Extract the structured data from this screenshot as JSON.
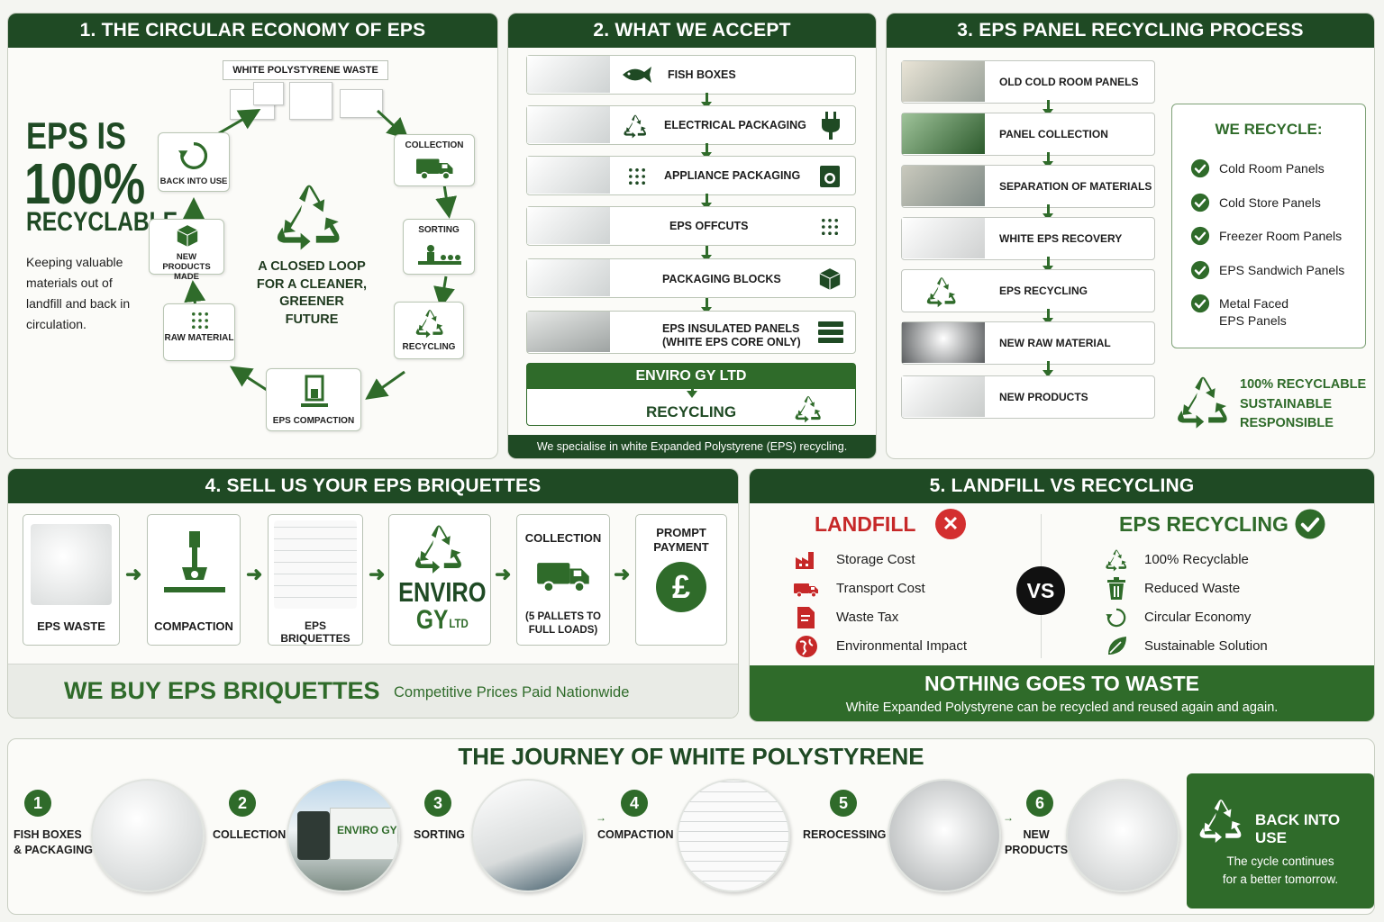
{
  "colors": {
    "dark_green": "#1f4a24",
    "green": "#2f6b2a",
    "red": "#c62828",
    "light_bg": "#fbfbf8"
  },
  "panel1": {
    "title": "1. THE CIRCULAR ECONOMY OF EPS",
    "headline1": "EPS IS",
    "headline2": "100%",
    "headline3": "RECYCLABLE",
    "tagline": "Keeping valuable materials out of landfill and back in circulation.",
    "waste_label": "WHITE POLYSTYRENE WASTE",
    "center_text": "A CLOSED LOOP FOR A CLEANER, GREENER FUTURE",
    "center_icon": "recycle-icon",
    "nodes": {
      "collection": "COLLECTION",
      "sorting": "SORTING",
      "recycling": "RECYCLING",
      "compaction": "EPS COMPACTION",
      "raw_material": "RAW MATERIAL",
      "new_products": "NEW PRODUCTS MADE",
      "back_into_use": "BACK INTO USE"
    }
  },
  "panel2": {
    "title": "2. WHAT WE ACCEPT",
    "items": [
      {
        "label": "FISH BOXES",
        "icon": "fish-icon"
      },
      {
        "label": "ELECTRICAL PACKAGING",
        "icon": "plug-icon"
      },
      {
        "label": "APPLIANCE PACKAGING",
        "icon": "washing-machine-icon"
      },
      {
        "label": "EPS OFFCUTS",
        "icon": "granules-icon"
      },
      {
        "label": "PACKAGING BLOCKS",
        "icon": "cube-icon"
      },
      {
        "label": "EPS INSULATED PANELS",
        "sublabel": "(WHITE EPS CORE ONLY)",
        "icon": "panels-icon"
      }
    ],
    "company": "ENVIRO GY LTD",
    "recycling": "RECYCLING",
    "footer": "We specialise in white Expanded Polystyrene (EPS) recycling."
  },
  "panel3": {
    "title": "3. EPS PANEL RECYCLING PROCESS",
    "steps": [
      "OLD COLD ROOM PANELS",
      "PANEL COLLECTION",
      "SEPARATION OF MATERIALS",
      "WHITE EPS RECOVERY",
      "EPS RECYCLING",
      "NEW RAW MATERIAL",
      "NEW PRODUCTS"
    ],
    "we_recycle_title": "WE RECYCLE:",
    "we_recycle": [
      "Cold Room Panels",
      "Cold Store Panels",
      "Freezer Room Panels",
      "EPS Sandwich Panels",
      "Metal Faced",
      "EPS Panels"
    ],
    "claims": [
      "100% RECYCLABLE",
      "SUSTAINABLE",
      "RESPONSIBLE"
    ]
  },
  "panel4": {
    "title": "4. SELL US YOUR EPS BRIQUETTES",
    "cards": {
      "waste": "EPS WASTE",
      "compaction": "COMPACTION",
      "briquettes": "EPS BRIQUETTES",
      "logo1": "ENVIRO",
      "logo2": "GY",
      "logo3": "LTD",
      "collection": "COLLECTION",
      "collection_note": "(5 PALLETS TO FULL LOADS)",
      "payment": "PROMPT PAYMENT",
      "payment_symbol": "£"
    },
    "banner": "WE BUY EPS BRIQUETTES",
    "banner_sub": "Competitive Prices Paid Nationwide"
  },
  "panel5": {
    "title": "5. LANDFILL VS RECYCLING",
    "landfill_title": "LANDFILL",
    "recycling_title": "EPS RECYCLING",
    "vs": "VS",
    "landfill_items": [
      {
        "label": "Storage Cost",
        "icon": "factory-icon"
      },
      {
        "label": "Transport Cost",
        "icon": "truck-icon"
      },
      {
        "label": "Waste Tax",
        "icon": "tax-document-icon"
      },
      {
        "label": "Environmental Impact",
        "icon": "globe-icon"
      }
    ],
    "recycling_items": [
      {
        "label": "100% Recyclable",
        "icon": "recycle-icon"
      },
      {
        "label": "Reduced Waste",
        "icon": "bin-icon"
      },
      {
        "label": "Circular Economy",
        "icon": "cycle-icon"
      },
      {
        "label": "Sustainable Solution",
        "icon": "leaf-icon"
      }
    ],
    "banner": "NOTHING GOES TO WASTE",
    "banner_sub": "White Expanded Polystyrene can be recycled and reused again and again."
  },
  "panel6": {
    "title": "THE JOURNEY OF WHITE POLYSTYRENE",
    "steps": [
      {
        "num": "1",
        "line1": "FISH BOXES",
        "line2": "& PACKAGING"
      },
      {
        "num": "2",
        "line1": "COLLECTION",
        "line2": ""
      },
      {
        "num": "3",
        "line1": "SORTING",
        "line2": ""
      },
      {
        "num": "4",
        "line1": "COMPACTION",
        "line2": ""
      },
      {
        "num": "5",
        "line1": "REROCESSING",
        "line2": ""
      },
      {
        "num": "6",
        "line1": "NEW",
        "line2": "PRODUCTS"
      }
    ],
    "truck_text": "ENVIRO GY",
    "final_title": "BACK INTO USE",
    "final_sub1": "The cycle continues",
    "final_sub2": "for a better tomorrow."
  }
}
